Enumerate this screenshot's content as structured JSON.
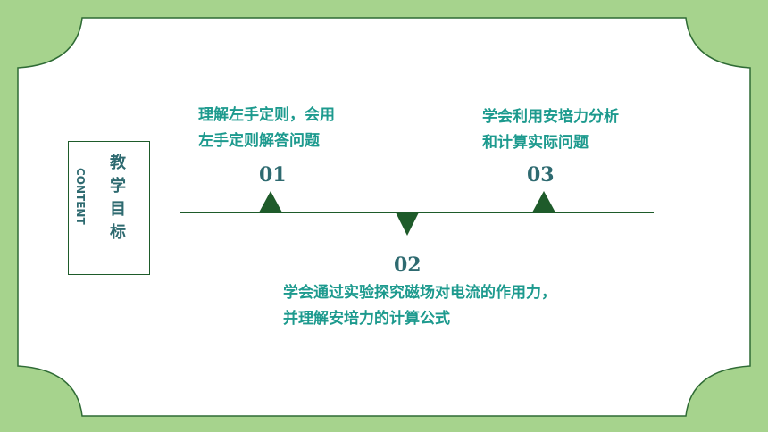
{
  "colors": {
    "background": "#a6d38d",
    "card": "#ffffff",
    "line": "#1e5b2a",
    "number": "#2e6a70",
    "text": "#1d9a8e"
  },
  "label": {
    "english": "CONTENT",
    "chinese": "教学目标"
  },
  "timeline": {
    "items": [
      {
        "number": "01",
        "lines": [
          "理解左手定则，会用",
          "左手定则解答问题"
        ]
      },
      {
        "number": "02",
        "lines": [
          "学会通过实验探究磁场对电流的作用力，",
          "并理解安培力的计算公式"
        ]
      },
      {
        "number": "03",
        "lines": [
          "学会利用安培力分析",
          "和计算实际问题"
        ]
      }
    ]
  }
}
